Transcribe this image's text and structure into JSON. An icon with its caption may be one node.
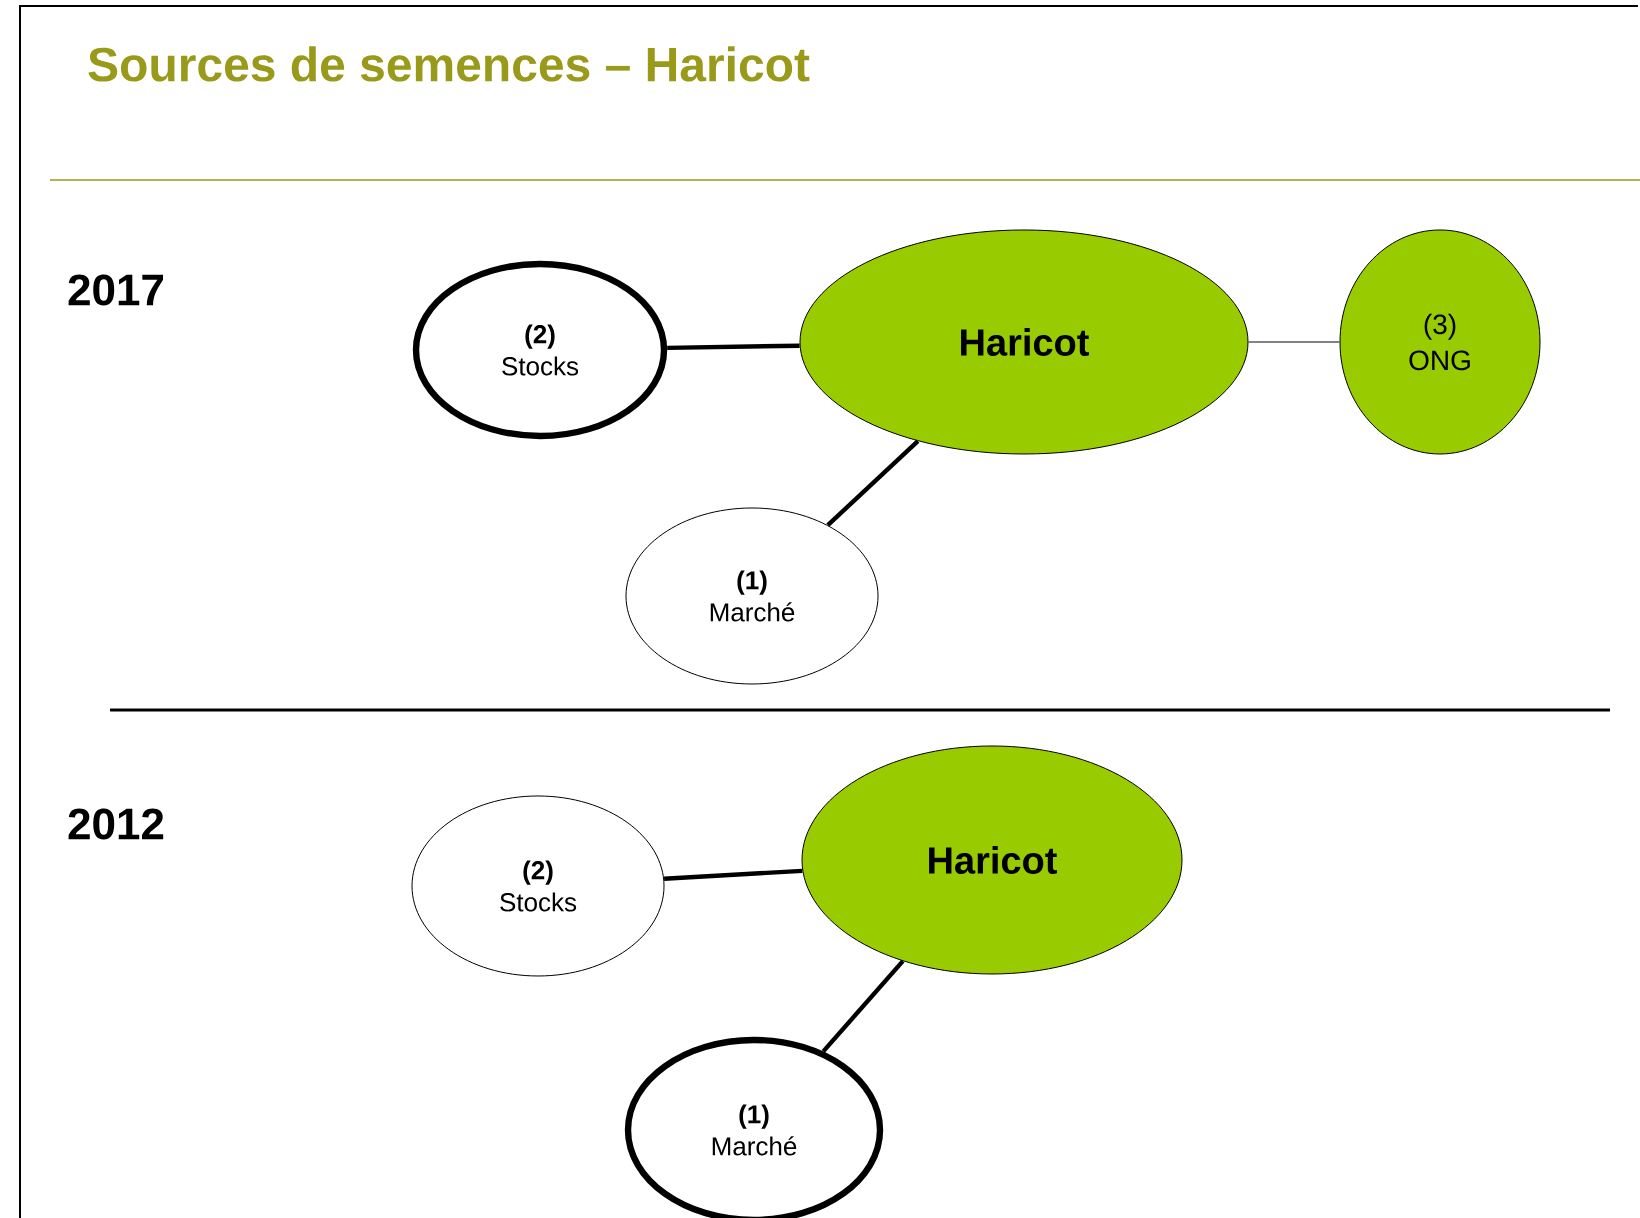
{
  "diagram": {
    "title": "Sources de semences – Haricot",
    "nodes": [
      {
        "text": [
          "(2)",
          "Stocks"
        ]
      },
      {
        "text": [
          "Haricot"
        ]
      },
      {
        "text": [
          "(3)",
          "ONG"
        ]
      },
      {
        "text": [
          "(1)",
          "Marché"
        ]
      },
      {
        "text": [
          "(2)",
          "Stocks"
        ]
      },
      {
        "text": [
          "Haricot"
        ]
      },
      {
        "text": [
          "(1)",
          "Marché"
        ]
      }
    ],
    "edges": [
      {
        "from": 0,
        "to": 1,
        "arrow": "none"
      },
      {
        "from": 1,
        "to": 2,
        "arrow": "none",
        "color": "#595959"
      },
      {
        "from": 3,
        "to": 1,
        "arrow": "none"
      },
      {
        "from": 4,
        "to": 5,
        "arrow": "none"
      },
      {
        "from": 6,
        "to": 5,
        "arrow": "none"
      }
    ],
    "labels": [
      "2017",
      "2012"
    ]
  }
}
